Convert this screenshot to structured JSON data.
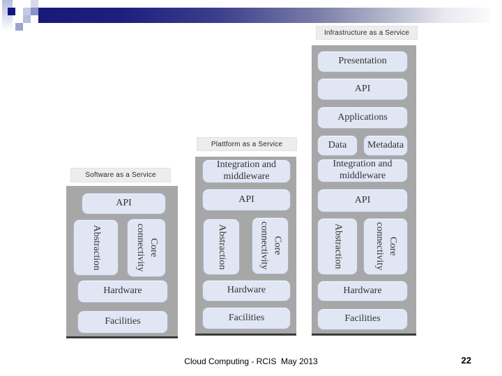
{
  "columns": {
    "saas": {
      "label": "Software as a Service",
      "api": "API",
      "abstraction": "Abstraction",
      "core": "Core connectivity",
      "hardware": "Hardware",
      "facilities": "Facilities"
    },
    "paas": {
      "label": "Plattform as a Service",
      "integration": "Integration and middleware",
      "api": "API",
      "abstraction": "Abstraction",
      "core": "Core connectivity",
      "hardware": "Hardware",
      "facilities": "Facilities"
    },
    "iaas": {
      "label": "Infrastructure as a Service",
      "presentation": "Presentation",
      "api_top": "API",
      "applications": "Applications",
      "data": "Data",
      "metadata": "Metadata",
      "integration": "Integration and middleware",
      "api": "API",
      "abstraction": "Abstraction",
      "core": "Core connectivity",
      "hardware": "Hardware",
      "facilities": "Facilities"
    }
  },
  "footer": {
    "text": "Cloud Computing - RCIS  May 2013",
    "page": "22"
  },
  "colors": {
    "header_navy": "#191977",
    "panel_gray": "#a7a7a7",
    "panel_bottom_edge": "#3a3a3a",
    "box_fill": "#e0e6f3",
    "box_border": "#a9b1c7",
    "label_strip": "#ededed",
    "text_dark": "#333333"
  }
}
